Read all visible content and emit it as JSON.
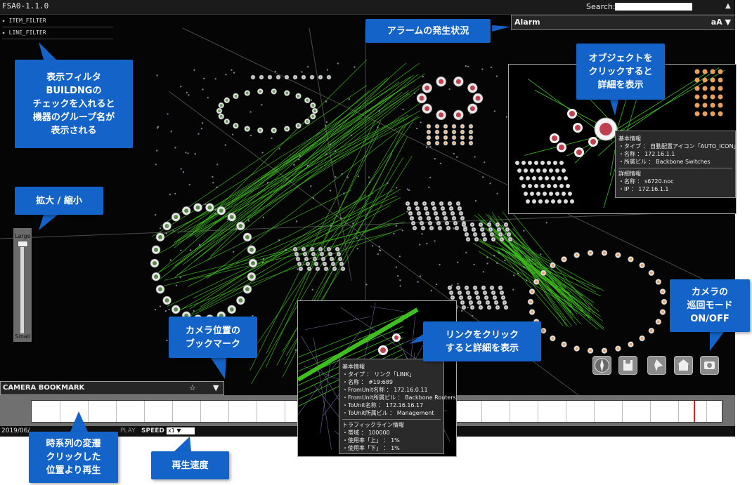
{
  "app": {
    "title": "FSA0-1.1.0",
    "search_label": "Search:",
    "search_placeholder": "",
    "up_icon": "▲"
  },
  "filters": [
    "▸ ITEM_FILTER",
    "▸ LINE_FILTER"
  ],
  "alarm": {
    "title": "Alarm",
    "font_control": "aA ▼"
  },
  "zoom": {
    "large_label": "Large",
    "small_label": "Small"
  },
  "bookmark": {
    "title": "CAMERA BOOKMARK",
    "star": "☆",
    "dropdown": "▼"
  },
  "statusbar": {
    "date": "2019/06/",
    "play_label": "PLAY",
    "speed_label": "SPEED :",
    "speed_value": "x1 ▼"
  },
  "toolbar_icons": [
    "compass-icon",
    "save-icon",
    "pin-icon",
    "home-icon",
    "camera-patrol-icon"
  ],
  "colors": {
    "callout": "#1363c8",
    "link_green": "#3fbf1f",
    "node_red": "#c04050",
    "node_orange": "#e8a060",
    "timeline_marker": "#e02020"
  },
  "callouts": {
    "alarm": [
      "アラームの発生状況"
    ],
    "object": [
      "オブジェクトを",
      "クリックすると",
      "詳細を表示"
    ],
    "filter": [
      "表示フィルタ",
      "BUILDNGの",
      "チェックを入れると",
      "機器のグループ名が",
      "表示される"
    ],
    "zoom": [
      "拡大 / 縮小"
    ],
    "bookmark": [
      "カメラ位置の",
      "ブックマーク"
    ],
    "link": [
      "リンクをクリック",
      "すると詳細を表示"
    ],
    "camera": [
      "カメラの",
      "巡回モード",
      "ON/OFF"
    ],
    "timeline": [
      "時系列の変遷",
      "クリックした",
      "位置より再生"
    ],
    "speed": [
      "再生速度"
    ]
  },
  "object_info": {
    "section1": "基本情報",
    "rows1": [
      "・タイプ ： 自動配置アイコン「AUTO_ICON」",
      "・名称 ： 172.16.1.1",
      "・所属ビル ： Backbone Switches"
    ],
    "section2": "詳細情報",
    "rows2": [
      "・名称 ： s6720.noc",
      "・IP ： 172.16.1.1"
    ]
  },
  "link_info": {
    "section1": "基本情報",
    "rows1": [
      "・タイプ ： リンク「LINK」",
      "・名称 ： #19:689",
      "・FromUnit名称 ： 172.16.0.11",
      "・FromUnit所属ビル ： Backbone Routers",
      "・ToUnit名称 ： 172.16.16.17",
      "・ToUnit所属ビル ： Management"
    ],
    "section2": "トラフィックライン情報",
    "rows2": [
      "・帯域 ： 100000",
      "・使用率「上」 ： 1%",
      "・使用率「下」 ： 1%"
    ]
  }
}
